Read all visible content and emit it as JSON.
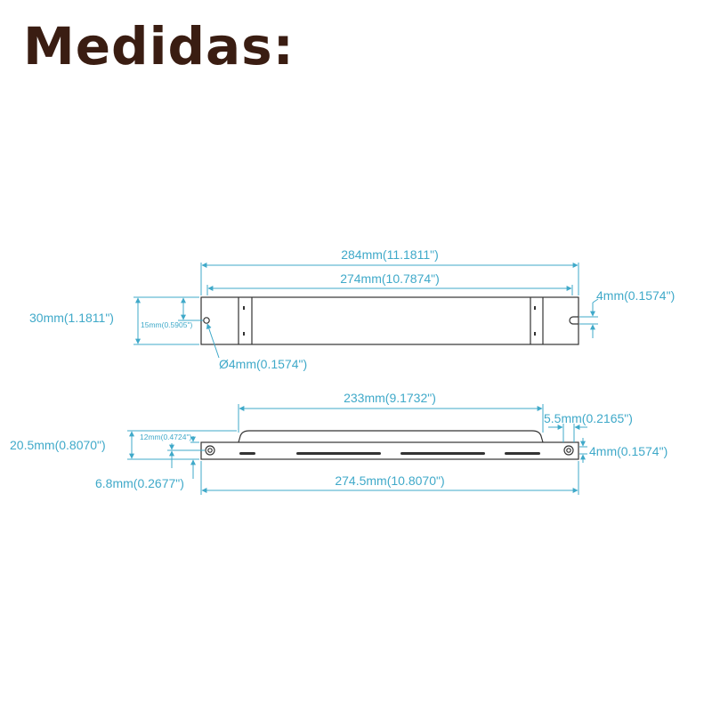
{
  "title": "Medidas:",
  "colors": {
    "title": "#3a1d12",
    "dimension": "#3fa9c9",
    "outline": "#333333"
  },
  "top_view": {
    "overall_length": "284mm(11.1811\")",
    "body_length": "274mm(10.7874\")",
    "height": "30mm(1.1811\")",
    "hole_offset": "15mm(0.5905\")",
    "hole_diameter": "Ø4mm(0.1574\")",
    "slot_width": "4mm(0.1574\")"
  },
  "side_view": {
    "top_length": "233mm(9.1732\")",
    "end_offset": "5.5mm(0.2165\")",
    "height": "20.5mm(0.8070\")",
    "flange_offset": "12mm(0.4724\")",
    "flange_thickness": "6.8mm(0.2677\")",
    "mount_hole": "4mm(0.1574\")",
    "base_length": "274.5mm(10.8070\")"
  }
}
